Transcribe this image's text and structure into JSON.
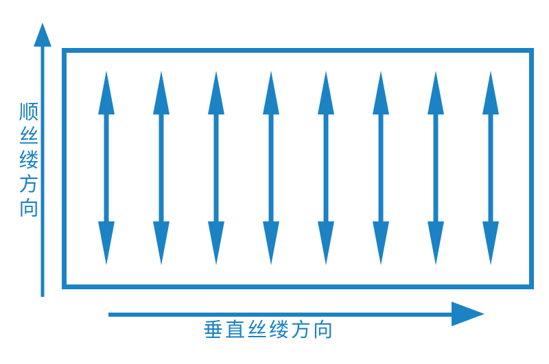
{
  "diagram": {
    "left_axis_label": "顺丝缕方向",
    "bottom_axis_label": "垂直丝缕方向",
    "accent_color": "#1b82c4",
    "grain_arrows": {
      "count": 8,
      "orientation": "vertical",
      "style": "double-headed"
    }
  }
}
